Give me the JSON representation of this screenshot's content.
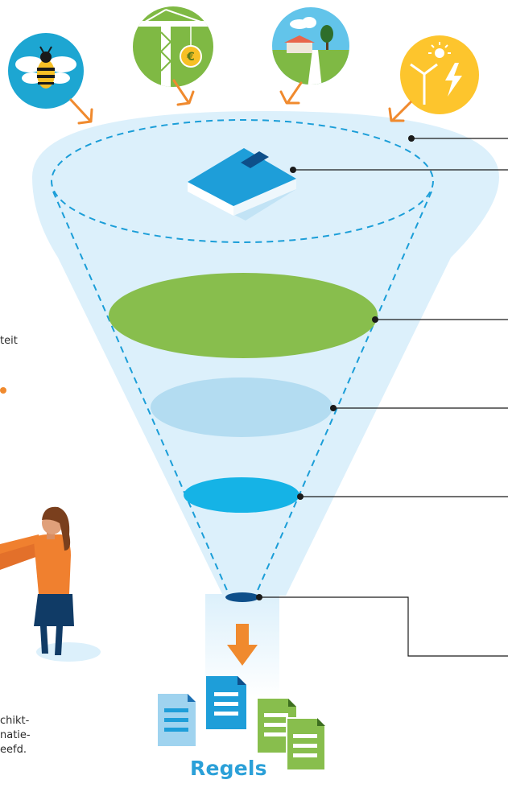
{
  "labels": {
    "left_fragment_1": "teit",
    "bottom_fragment_1": "chikt-",
    "bottom_fragment_2": "natie-",
    "bottom_fragment_3": "eefd.",
    "output": "Regels"
  },
  "icons": {
    "top_inputs": [
      "bee-icon",
      "crane-euro-icon",
      "landscape-house-icon",
      "sun-wind-energy-icon"
    ],
    "output_documents": [
      "blue-document-icon",
      "blue-document-icon",
      "green-document-icon",
      "green-document-icon"
    ]
  },
  "colors": {
    "funnel": "#dcf0fb",
    "dashed": "#1b9ed8",
    "green": "#88be4d",
    "light_blue": "#b3dcf1",
    "bright_blue": "#15b3e6",
    "dark_blue": "#0e4f8a",
    "arrow": "#f08a2e",
    "callout_line": "#1a1a1a",
    "bee_circle": "#1da6d2",
    "crane_circle": "#7fb944",
    "sun_circle": "#fdc52d"
  }
}
